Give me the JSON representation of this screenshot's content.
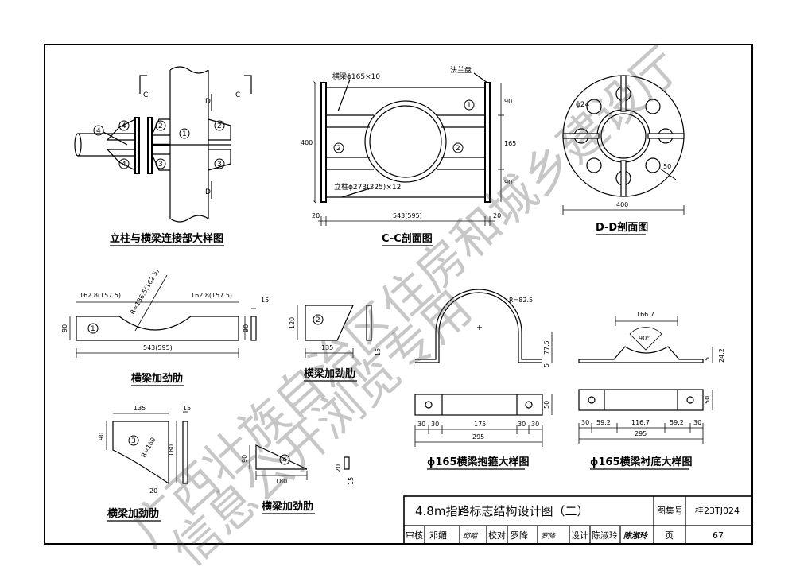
{
  "drawing": {
    "section_marks": {
      "c": "C",
      "d": "D"
    },
    "parts": {
      "p1": "1",
      "p2": "2",
      "p3": "3",
      "p4": "4"
    },
    "views": {
      "joint_detail": {
        "caption": "立柱与横梁连接部大样图"
      },
      "section_cc": {
        "caption": "C-C剖面图",
        "beam_label": "横梁ϕ165×10",
        "flange_label": "法兰盘",
        "post_label": "立柱ϕ273(325)×12",
        "dims": {
          "height": "400",
          "top": "90",
          "mid": "165",
          "bottom": "90",
          "width": "543(595)",
          "left": "20",
          "right": "20"
        }
      },
      "section_dd": {
        "caption": "D-D剖面图",
        "hole_label": "ϕ24",
        "dims": {
          "diameter": "400",
          "edge": "50"
        }
      },
      "stiffener_1": {
        "caption": "横梁加劲肋",
        "dims": {
          "left": "162.8(157.5)",
          "right": "162.8(157.5)",
          "radius": "R=136.5(162.5)",
          "length": "543(595)",
          "height": "90",
          "side_h": "90",
          "thick": "15"
        }
      },
      "stiffener_2": {
        "caption": "横梁加劲肋",
        "dims": {
          "height": "120",
          "width": "135",
          "thick": "15"
        }
      },
      "stiffener_3": {
        "caption": "横梁加劲肋",
        "dims": {
          "width": "135",
          "thick": "15",
          "left_h": "90",
          "radius": "R=160",
          "height": "180",
          "bottom": "20"
        }
      },
      "stiffener_4": {
        "caption": "横梁加劲肋",
        "dims": {
          "height": "90",
          "width": "180",
          "side": "20",
          "thick": "15"
        }
      },
      "hoop_detail": {
        "caption": "ϕ165横梁抱箍大样图",
        "dims": {
          "radius": "R=82.5",
          "height": "77.5",
          "base": "5",
          "width": "50",
          "seg_a": "30",
          "seg_b": "30",
          "mid": "175",
          "seg_c": "30",
          "seg_d": "30",
          "total": "295"
        }
      },
      "liner_detail": {
        "caption": "ϕ165横梁衬底大样图",
        "dims": {
          "top": "166.7",
          "angle": "90°",
          "h1": "5",
          "h2": "24.2",
          "width": "50",
          "seg_a": "30",
          "seg_b": "59.2",
          "mid": "116.7",
          "seg_c": "59.2",
          "seg_d": "30",
          "total": "295"
        }
      }
    }
  },
  "title_block": {
    "title": "4.8m指路标志结构设计图（二）",
    "atlas_label": "图集号",
    "atlas_no": "桂23TJ024",
    "review_label": "审核",
    "review_name": "邓媚",
    "review_sign": "邱昭",
    "check_label": "校对",
    "check_name": "罗降",
    "check_sign": "罗降",
    "design_label": "设计",
    "design_name": "陈淑玲",
    "design_sign": "陈淑玲",
    "page_label": "页",
    "page_no": "67"
  },
  "watermark": {
    "line1": "广西壮族自治区住房和城乡建设厅",
    "line2": "信息公开浏览专用"
  }
}
